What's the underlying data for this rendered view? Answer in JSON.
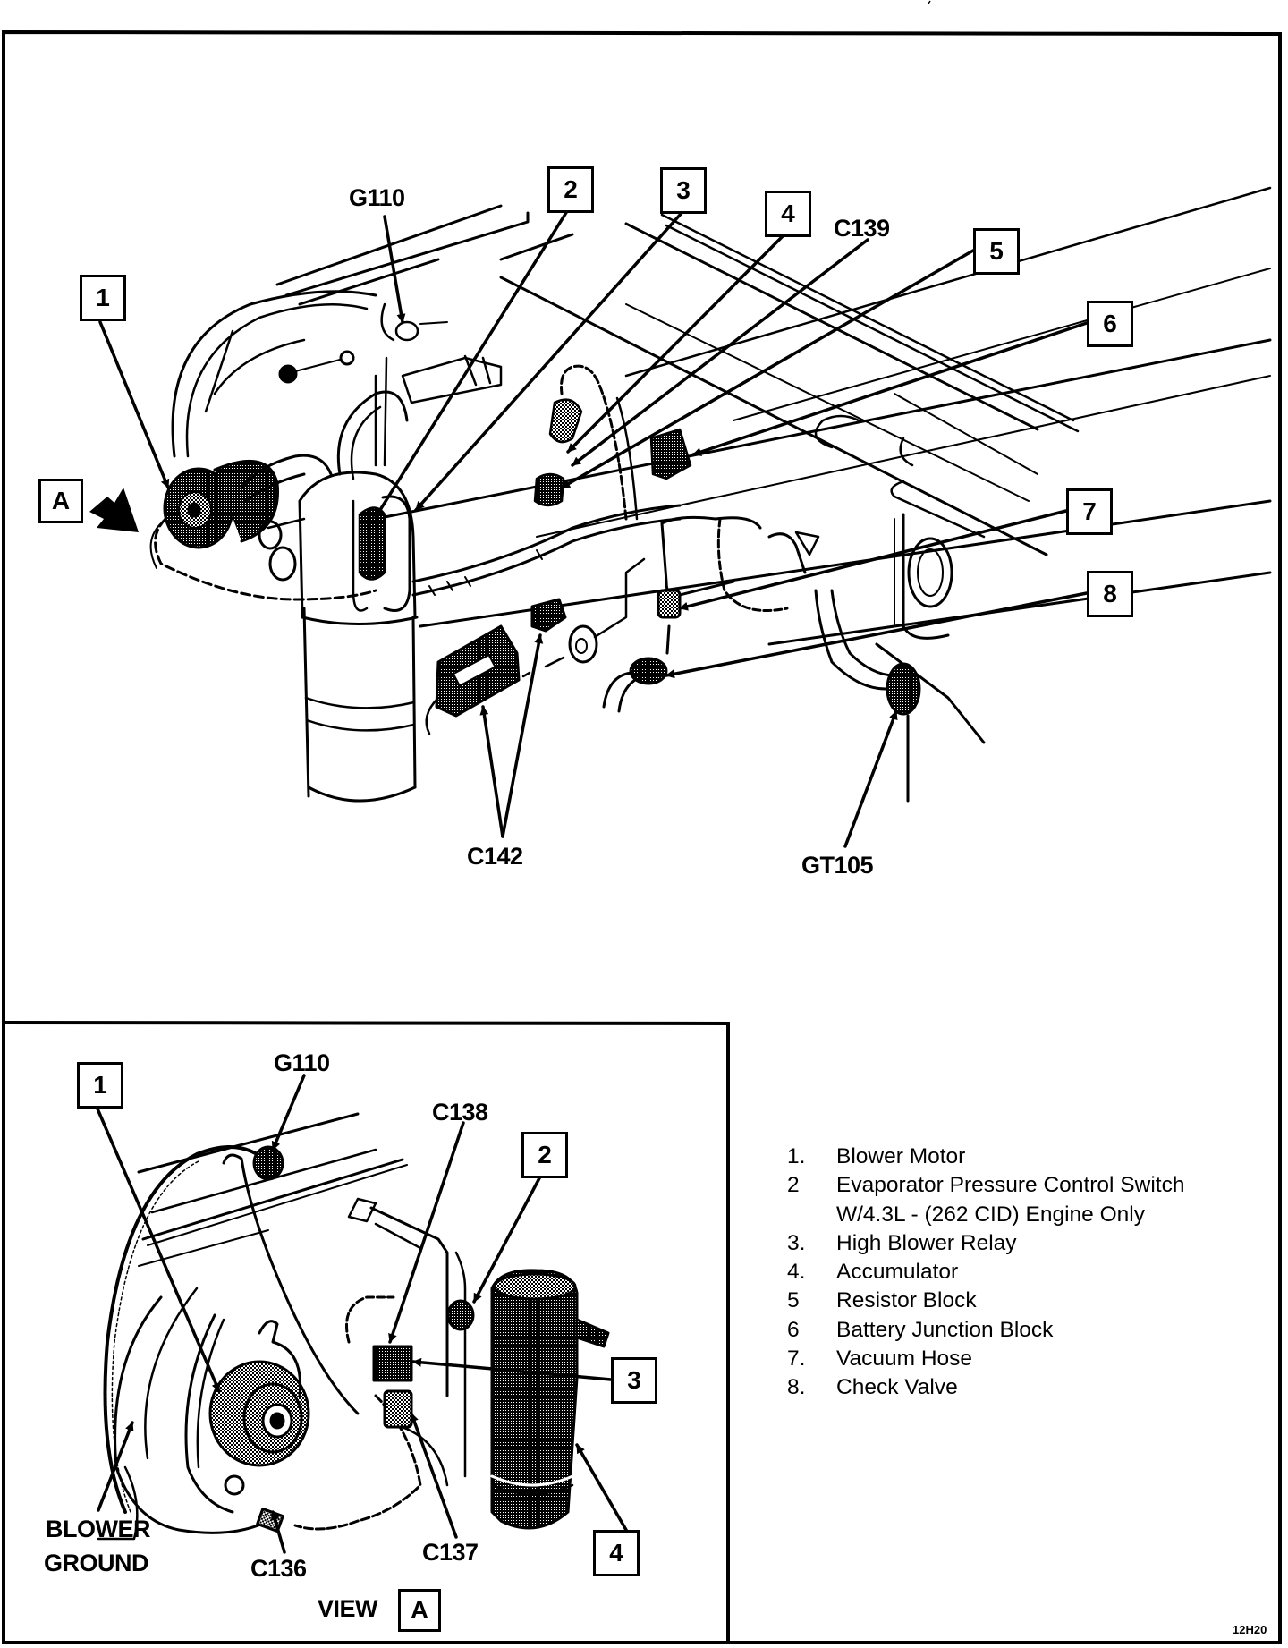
{
  "figure_code": "12H20",
  "main_view": {
    "callouts": [
      "1",
      "2",
      "3",
      "4",
      "5",
      "6",
      "7",
      "8"
    ],
    "view_marker": "A",
    "labels": {
      "g110": "G110",
      "c139": "C139",
      "c142": "C142",
      "gt105": "GT105"
    }
  },
  "inset_view": {
    "title_prefix": "VIEW",
    "title_marker": "A",
    "callouts": [
      "1",
      "2",
      "3",
      "4"
    ],
    "labels": {
      "g110": "G110",
      "c138": "C138",
      "c136": "C136",
      "c137": "C137",
      "blower_ground_line1": "BLOWER",
      "blower_ground_line2": "GROUND"
    }
  },
  "legend": [
    {
      "num": "1.",
      "text": "Blower Motor"
    },
    {
      "num": "2",
      "text": "Evaporator Pressure Control Switch"
    },
    {
      "num": "",
      "text": "W/4.3L - (262 CID) Engine Only"
    },
    {
      "num": "3.",
      "text": "High Blower Relay"
    },
    {
      "num": "4.",
      "text": "Accumulator"
    },
    {
      "num": "5",
      "text": "Resistor Block"
    },
    {
      "num": "6",
      "text": "Battery Junction Block"
    },
    {
      "num": "7.",
      "text": "Vacuum Hose"
    },
    {
      "num": "8.",
      "text": "Check Valve"
    }
  ]
}
